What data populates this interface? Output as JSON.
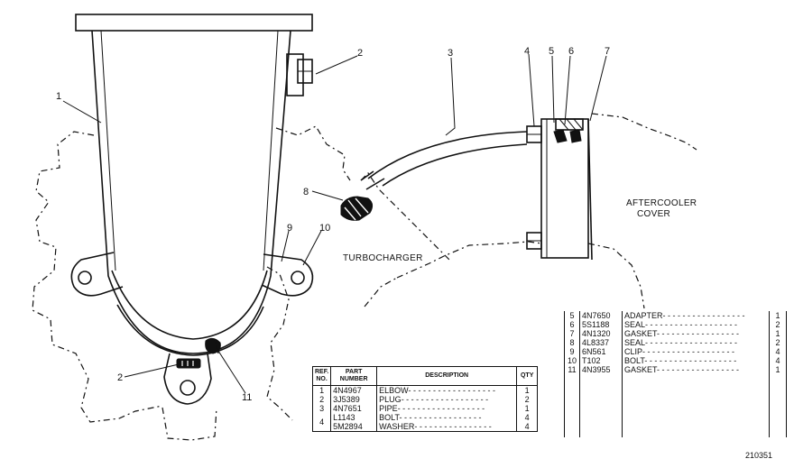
{
  "callouts": [
    {
      "id": "c1",
      "text": "1"
    },
    {
      "id": "c2a",
      "text": "2"
    },
    {
      "id": "c2b",
      "text": "2"
    },
    {
      "id": "c3",
      "text": "3"
    },
    {
      "id": "c4",
      "text": "4"
    },
    {
      "id": "c5",
      "text": "5"
    },
    {
      "id": "c6",
      "text": "6"
    },
    {
      "id": "c7",
      "text": "7"
    },
    {
      "id": "c8",
      "text": "8"
    },
    {
      "id": "c9",
      "text": "9"
    },
    {
      "id": "c10",
      "text": "10"
    },
    {
      "id": "c11",
      "text": "11"
    }
  ],
  "labels": {
    "turbocharger": "TURBOCHARGER",
    "aftercooler_line1": "AFTERCOOLER",
    "aftercooler_line2": "COVER"
  },
  "table_left": {
    "headers": {
      "ref": "REF. NO.",
      "part": "PART NUMBER",
      "desc": "DESCRIPTION",
      "qty": "QTY"
    },
    "rows": [
      {
        "ref": "1",
        "part": "4N4967",
        "desc": "ELBOW",
        "qty": "1"
      },
      {
        "ref": "2",
        "part": "3J5389",
        "desc": "PLUG",
        "qty": "2"
      },
      {
        "ref": "3",
        "part": "4N7651",
        "desc": "PIPE",
        "qty": "1"
      },
      {
        "ref": "4",
        "part": "L1143",
        "desc": "BOLT",
        "qty": "4"
      },
      {
        "ref": "",
        "part": "5M2894",
        "desc": "WASHER",
        "qty": "4"
      }
    ]
  },
  "table_right": {
    "rows": [
      {
        "ref": "5",
        "part": "4N7650",
        "desc": "ADAPTER",
        "qty": "1"
      },
      {
        "ref": "6",
        "part": "5S1188",
        "desc": "SEAL",
        "qty": "2"
      },
      {
        "ref": "7",
        "part": "4N1320",
        "desc": "GASKET",
        "qty": "1"
      },
      {
        "ref": "8",
        "part": "4L8337",
        "desc": "SEAL",
        "qty": "2"
      },
      {
        "ref": "9",
        "part": "6N561",
        "desc": "CLIP",
        "qty": "4"
      },
      {
        "ref": "10",
        "part": "T102",
        "desc": "BOLT",
        "qty": "4"
      },
      {
        "ref": "11",
        "part": "4N3955",
        "desc": "GASKET",
        "qty": "1"
      }
    ]
  },
  "figure_number": "210351"
}
